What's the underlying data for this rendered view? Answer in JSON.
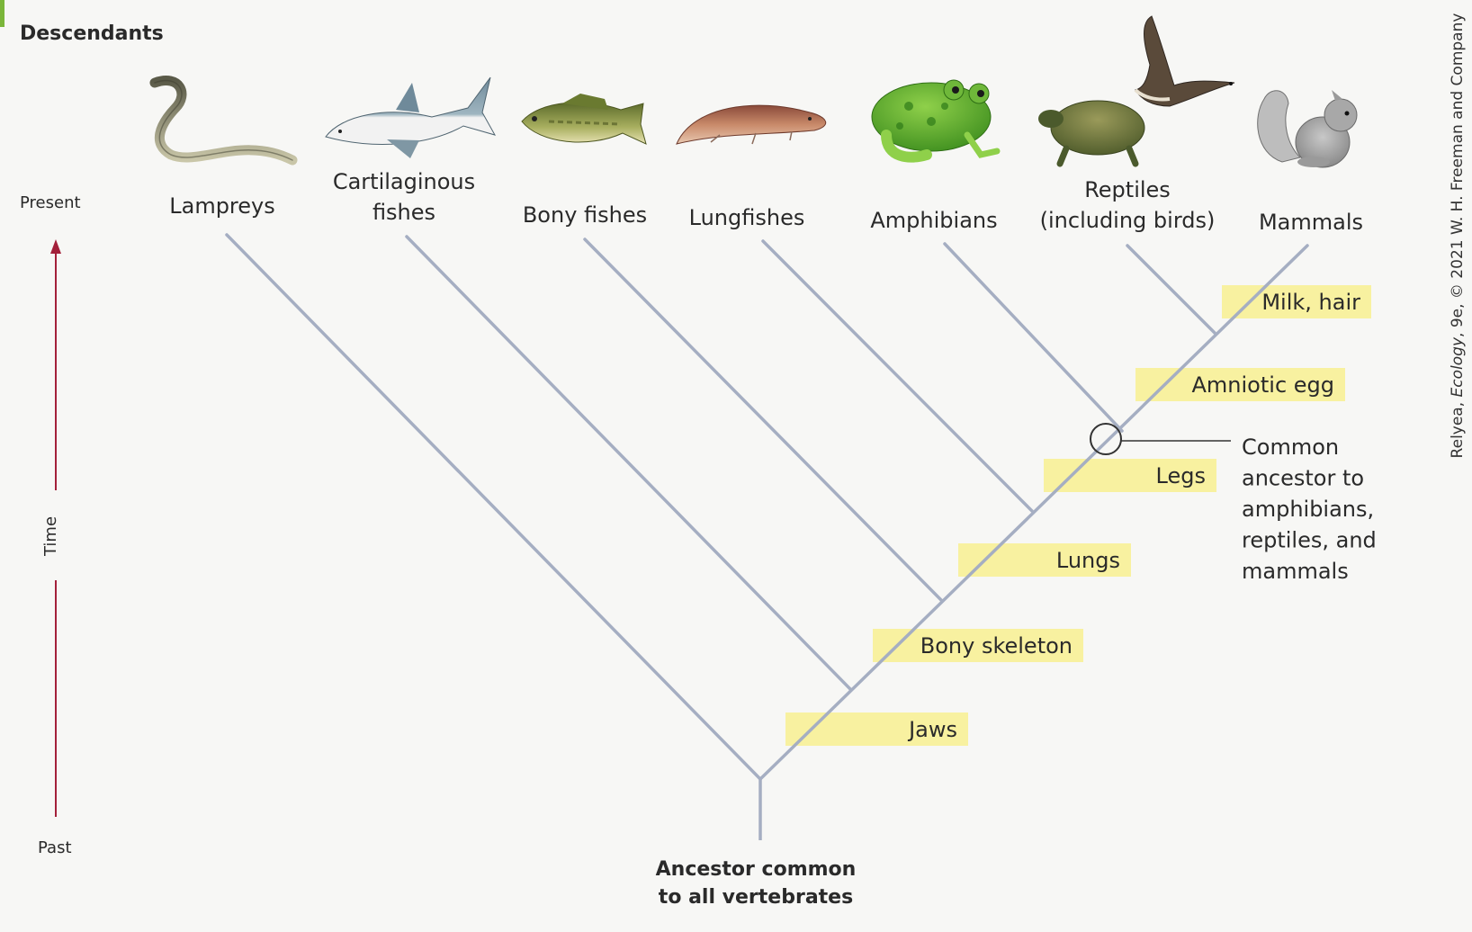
{
  "heading": "Descendants",
  "axis": {
    "present": "Present",
    "time": "Time",
    "past": "Past"
  },
  "taxa": [
    {
      "id": "lampreys",
      "lines": [
        "Lampreys"
      ],
      "icon": "lamprey-icon"
    },
    {
      "id": "cartilaginous-fishes",
      "lines": [
        "Cartilaginous",
        "fishes"
      ],
      "icon": "shark-icon"
    },
    {
      "id": "bony-fishes",
      "lines": [
        "Bony fishes"
      ],
      "icon": "bass-icon"
    },
    {
      "id": "lungfishes",
      "lines": [
        "Lungfishes"
      ],
      "icon": "lungfish-icon"
    },
    {
      "id": "amphibians",
      "lines": [
        "Amphibians"
      ],
      "icon": "frog-icon"
    },
    {
      "id": "reptiles",
      "lines": [
        "Reptiles",
        "(including birds)"
      ],
      "icon": "turtle-goose-icon"
    },
    {
      "id": "mammals",
      "lines": [
        "Mammals"
      ],
      "icon": "squirrel-icon"
    }
  ],
  "traits": [
    "Jaws",
    "Bony skeleton",
    "Lungs",
    "Legs",
    "Amniotic egg",
    "Milk, hair"
  ],
  "callout": [
    "Common",
    "ancestor to",
    "amphibians,",
    "reptiles, and",
    "mammals"
  ],
  "root_label": [
    "Ancestor common",
    "to all vertebrates"
  ],
  "credit_parts": [
    "Relyea, ",
    "Ecology",
    ", 9e, © 2021 W. H. Freeman and Company"
  ],
  "colors": {
    "branch": "#a5aec2",
    "highlight": "#f8f1a0",
    "axis_arrow": "#a3203a",
    "text": "#2a2a2a"
  }
}
